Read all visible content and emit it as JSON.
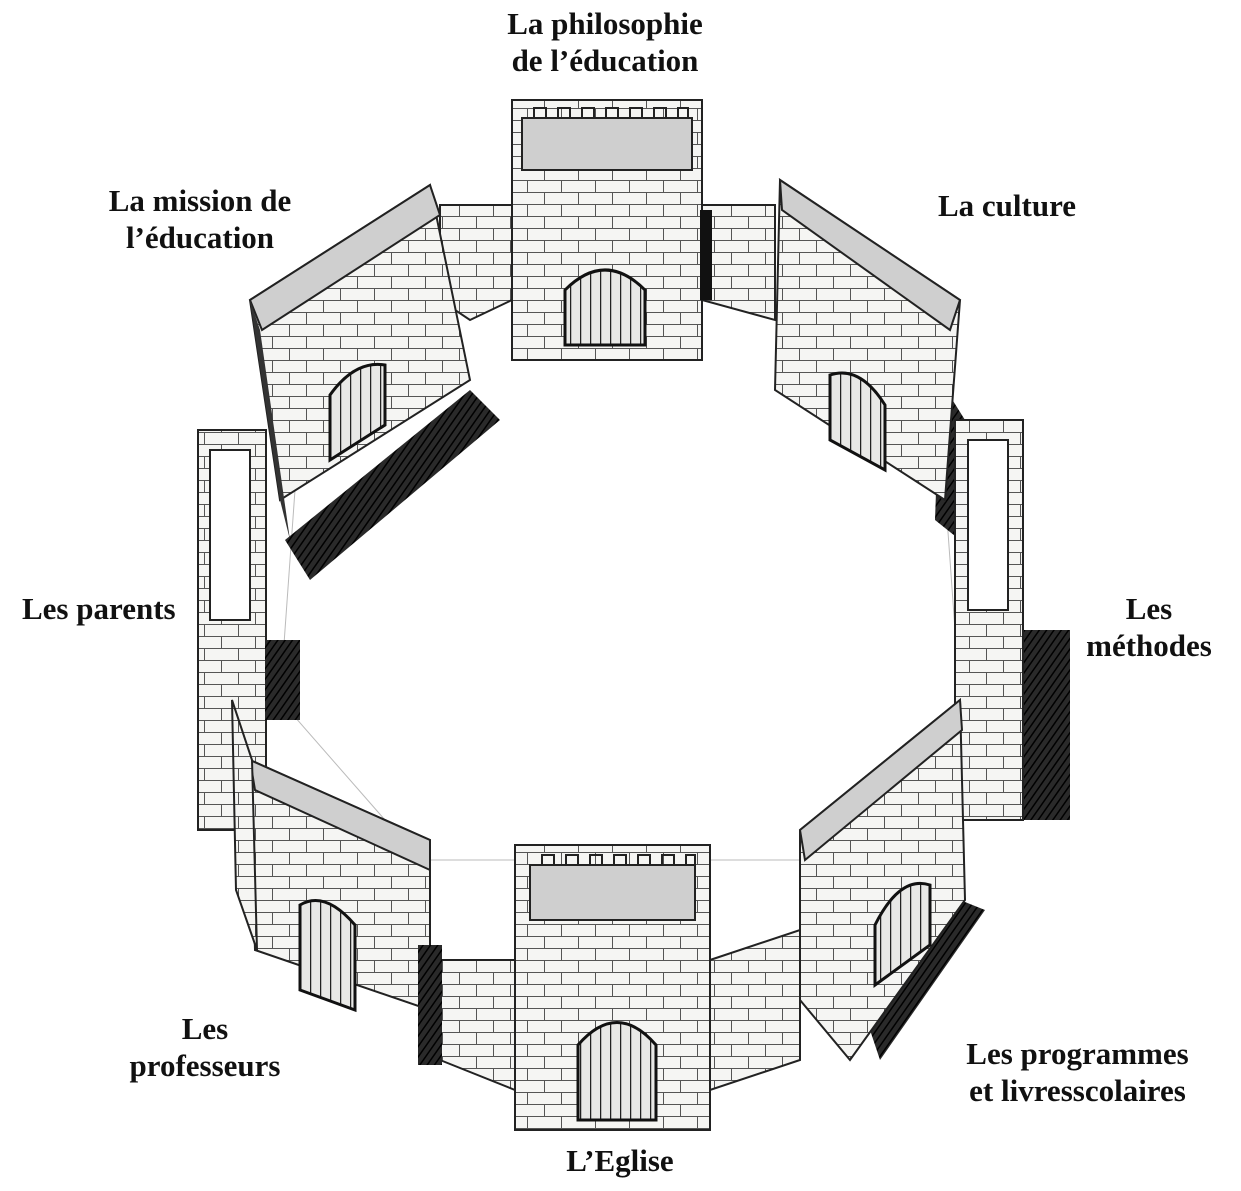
{
  "labels": {
    "top": [
      "La philosophie",
      "de l’éducation"
    ],
    "top_left": [
      "La mission de",
      "l’éducation"
    ],
    "top_right": [
      "La culture"
    ],
    "left": [
      "Les parents"
    ],
    "right": [
      "Les",
      "méthodes"
    ],
    "bottom_left": [
      "Les",
      "professeurs"
    ],
    "bottom_right": [
      "Les programmes",
      "et livresscolaires"
    ],
    "bottom": [
      "L’Eglise"
    ]
  },
  "colors": {
    "ink": "#111111",
    "stone": "#f4f4f2",
    "shadow": "#1a1a1a",
    "parapet": "#cfcfcf"
  }
}
